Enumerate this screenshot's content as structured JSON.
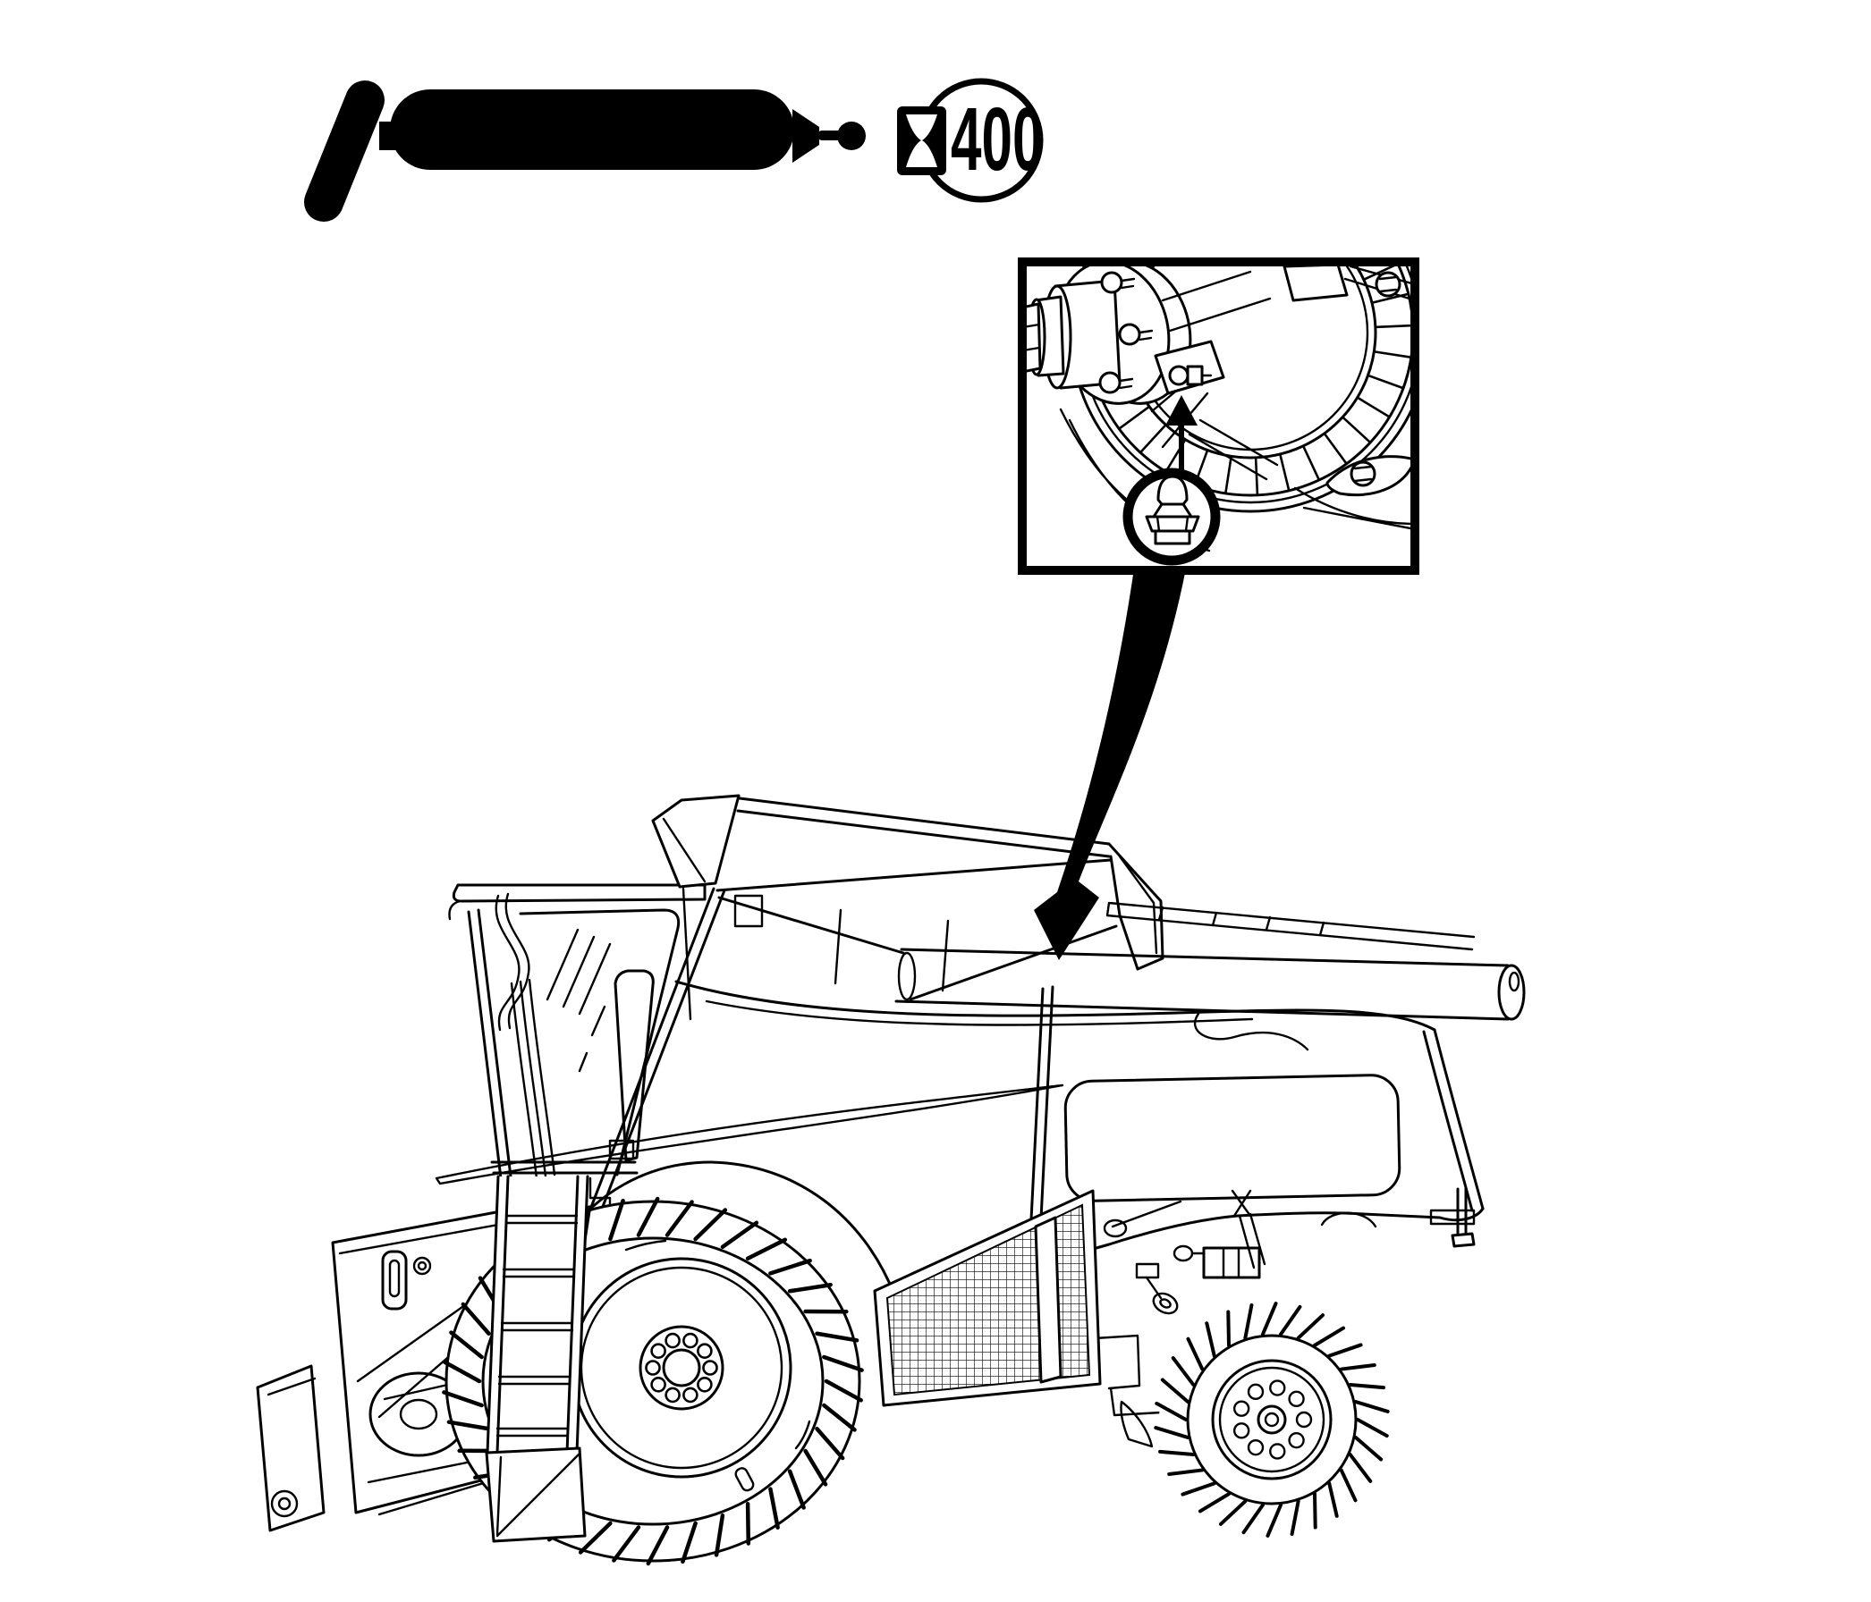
{
  "canvas": {
    "background": "#ffffff",
    "ink": "#000000"
  },
  "lubrication_legend": {
    "tool_icon": "grease-gun",
    "interval_badge": {
      "value": "400",
      "unit_icon": "hourglass",
      "shape": "circle"
    }
  },
  "detail_inset": {
    "depicts": [
      "drive-shaft-hub",
      "toothed-belt-pulley",
      "grease-fitting"
    ],
    "pointer_icon": "up-arrow",
    "magnifier_icon": "grease-zerk-fitting",
    "leader_icon": "tapered-callout-arrow"
  },
  "machine_illustration": {
    "depicts": "combine-harvester-side-view"
  }
}
